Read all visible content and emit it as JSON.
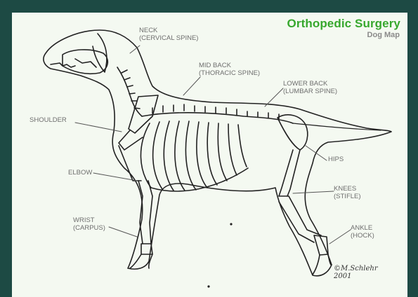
{
  "title": "Orthopedic Surgery",
  "subtitle": "Dog Map",
  "labels": {
    "neck": "NECK\n(CERVICAL SPINE)",
    "mid_back": "MID BACK\n(THORACIC SPINE)",
    "lower_back": "LOWER BACK\n(LUMBAR SPINE)",
    "shoulder": "SHOULDER",
    "elbow": "ELBOW",
    "wrist": "WRIST\n(CARPUS)",
    "hips": "HIPS",
    "knees": "KNEES\n(STIFLE)",
    "ankle": "ANKLE\n(HOCK)"
  },
  "signature": "©M.Schlehr\n2001",
  "colors": {
    "frame": "#1d4a44",
    "panel": "#f4f9f1",
    "title": "#37a82e",
    "subtitle": "#8a8a8a",
    "label": "#6e6e6e",
    "outline": "#222222"
  }
}
